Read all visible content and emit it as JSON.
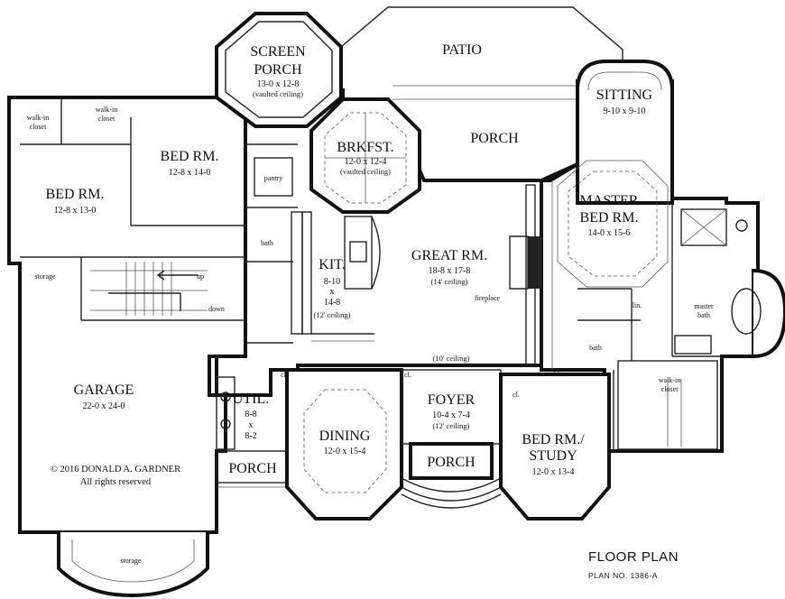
{
  "rooms": {
    "screen_porch": {
      "name_1": "SCREEN",
      "name_2": "PORCH",
      "dims": "13-0 x 12-8",
      "note": "(vaulted ceiling)"
    },
    "patio": {
      "name": "PATIO"
    },
    "sitting": {
      "name": "SITTING",
      "dims": "9-10 x 9-10"
    },
    "walkin_left": {
      "label_1": "walk-in",
      "label_2": "closet"
    },
    "walkin_mid": {
      "label_1": "walk-in",
      "label_2": "closet"
    },
    "bed_1": {
      "name": "BED RM.",
      "dims": "12-8 x 14-0"
    },
    "bed_2": {
      "name": "BED RM.",
      "dims": "12-8 x 13-0"
    },
    "brkfst": {
      "name": "BRKFST.",
      "dims": "12-0 x 12-4",
      "note": "(vaulted ceiling)"
    },
    "porch_rear": {
      "name": "PORCH"
    },
    "pantry": {
      "name": "pantry"
    },
    "master": {
      "name_1": "MASTER",
      "name_2": "BED RM.",
      "dims": "14-0 x 15-6"
    },
    "bath_1": {
      "name": "bath"
    },
    "kit": {
      "name": "KIT.",
      "dim_a": "8-10",
      "dim_x": "x",
      "dim_b": "14-8",
      "note": "(12' ceiling)"
    },
    "great": {
      "name": "GREAT RM.",
      "dims": "18-8 x 17-8",
      "note": "(14' ceiling)"
    },
    "fireplace": {
      "label": "fireplace"
    },
    "storage_top": {
      "label": "storage"
    },
    "stairs": {
      "up": "up",
      "down": "down"
    },
    "master_bath": {
      "label_1": "master",
      "label_2": "bath"
    },
    "bath_2": {
      "name": "bath"
    },
    "ceiling_note": {
      "label": "(10' ceiling)"
    },
    "garage": {
      "name": "GARAGE",
      "dims": "22-0 x 24-0"
    },
    "util": {
      "name": "UTIL.",
      "dim_a": "8-8",
      "dim_x": "x",
      "dim_b": "8-2"
    },
    "dining": {
      "name": "DINING",
      "dims": "12-0 x 15-4"
    },
    "foyer": {
      "name": "FOYER",
      "dims": "10-4 x 7-4",
      "note": "(12' ceiling)"
    },
    "study": {
      "name_1": "BED RM./",
      "name_2": "STUDY",
      "dims": "12-0 x 13-4"
    },
    "walkin_master": {
      "label_1": "walk-in",
      "label_2": "closet"
    },
    "porch_side": {
      "name": "PORCH"
    },
    "porch_front": {
      "name": "PORCH"
    },
    "storage_bottom": {
      "label": "storage"
    },
    "closets": {
      "cl_a": "cl.",
      "cl_b": "cl.",
      "cl_c": "cl.",
      "cl_d": "cl.",
      "lin": "lin."
    }
  },
  "copyright": {
    "line_1": "© 2016 DONALD A. GARDNER",
    "line_2": "All rights reserved"
  },
  "title_block": {
    "title": "FLOOR PLAN",
    "plan_no": "PLAN NO. 1386-A"
  }
}
